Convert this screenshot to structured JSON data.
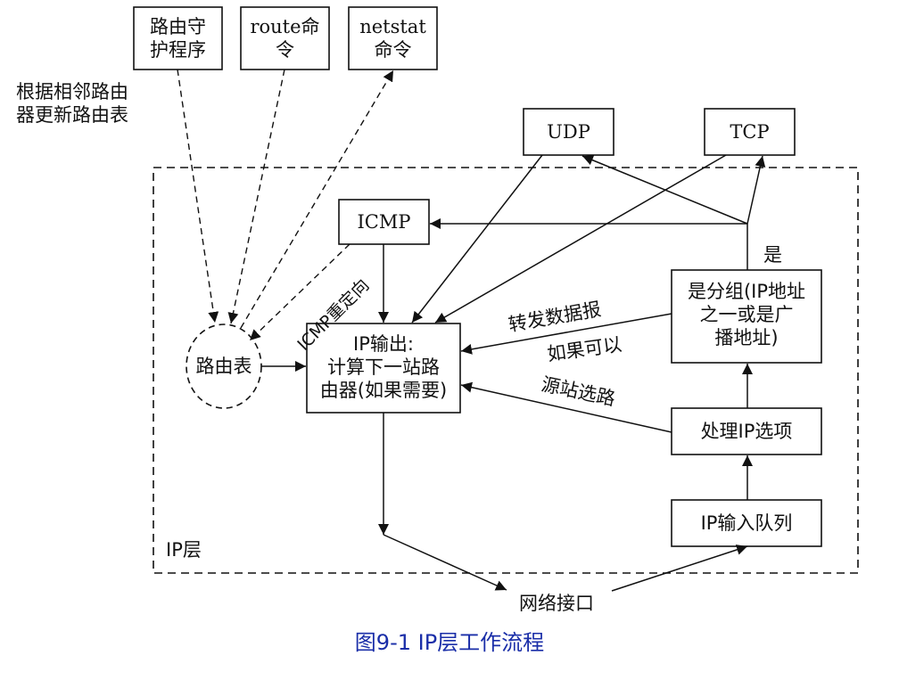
{
  "boxes": {
    "routed_daemon": [
      "路由守",
      "护程序"
    ],
    "route_cmd": [
      "route命",
      "令"
    ],
    "netstat_cmd": [
      "netstat",
      "命令"
    ],
    "udp": "UDP",
    "tcp": "TCP",
    "icmp": "ICMP",
    "ip_output": [
      "IP输出:",
      "计算下一站路",
      "由器(如果需要)"
    ],
    "routing_table": "路由表",
    "is_local": [
      "是分组(IP地址",
      "之一或是广",
      "播地址)"
    ],
    "process_options": "处理IP选项",
    "input_queue": "IP输入队列"
  },
  "labels": {
    "update_routes": [
      "根据相邻路由",
      "器更新路由表"
    ],
    "yes": "是",
    "icmp_redirect": "ICMP重定向",
    "forward": "转发数据报",
    "if_possible": "如果可以",
    "source_route": "源站选路",
    "ip_layer": "IP层",
    "net_interface": "网络接口"
  },
  "caption": "图9-1   IP层工作流程"
}
